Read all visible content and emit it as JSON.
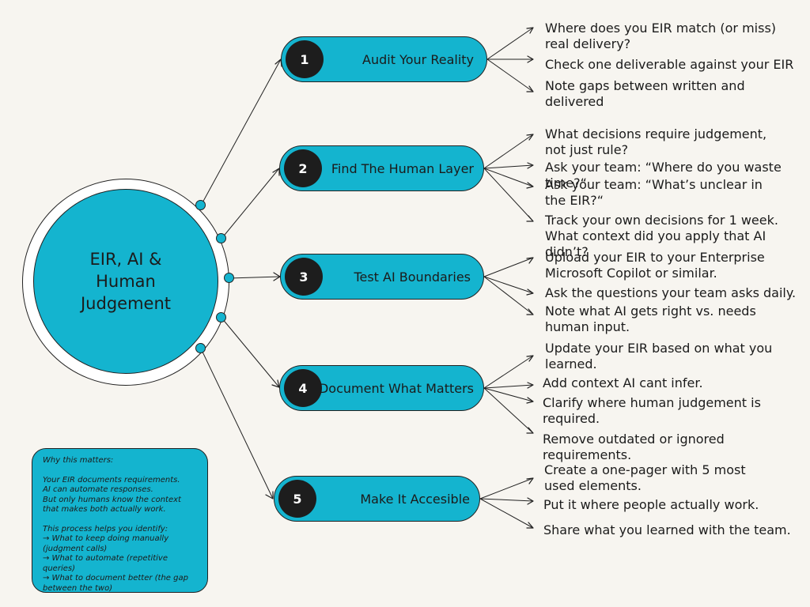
{
  "hub": {
    "title": "EIR, AI & Human Judgement"
  },
  "steps": [
    {
      "number": "1",
      "label": "Audit Your Reality",
      "items": [
        "Where does you EIR match (or miss) real delivery?",
        "Check one deliverable against your EIR",
        "Note gaps between written and delivered"
      ]
    },
    {
      "number": "2",
      "label": "Find The Human Layer",
      "items": [
        "What decisions require judgement, not just rule?",
        "Ask your team: “Where do you waste time?“",
        "Ask your team: “What’s unclear in the EIR?“",
        "Track your own decisions for 1 week. What context did you apply that AI didn’t?"
      ]
    },
    {
      "number": "3",
      "label": "Test AI Boundaries",
      "items": [
        "Upload your EIR to your Enterprise Microsoft Copilot or similar.",
        "Ask the questions your team asks daily.",
        "Note what AI gets right vs. needs human input."
      ]
    },
    {
      "number": "4",
      "label": "Document What Matters",
      "items": [
        "Update your EIR based on what you learned.",
        "Add context AI cant infer.",
        "Clarify where human judgement is required.",
        "Remove outdated or ignored requirements."
      ]
    },
    {
      "number": "5",
      "label": "Make It Accesible",
      "items": [
        "Create a one-pager with 5 most used elements.",
        "Put it where people actually work.",
        "Share what you learned with the team."
      ]
    }
  ],
  "note": {
    "heading": "Why this matters:",
    "paragraph": "Your EIR documents requirements.\nAI can automate responses.\nBut only humans know the context that makes both actually work.",
    "intro": "This process helps you identify:",
    "points": [
      "→ What to keep doing manually (judgment calls)",
      "→ What to automate (repetitive queries)",
      "→ What to document better (the gap between the two)"
    ]
  },
  "colors": {
    "accent": "#14b4cf",
    "ink": "#1d1d1d",
    "background": "#f7f5f0"
  }
}
